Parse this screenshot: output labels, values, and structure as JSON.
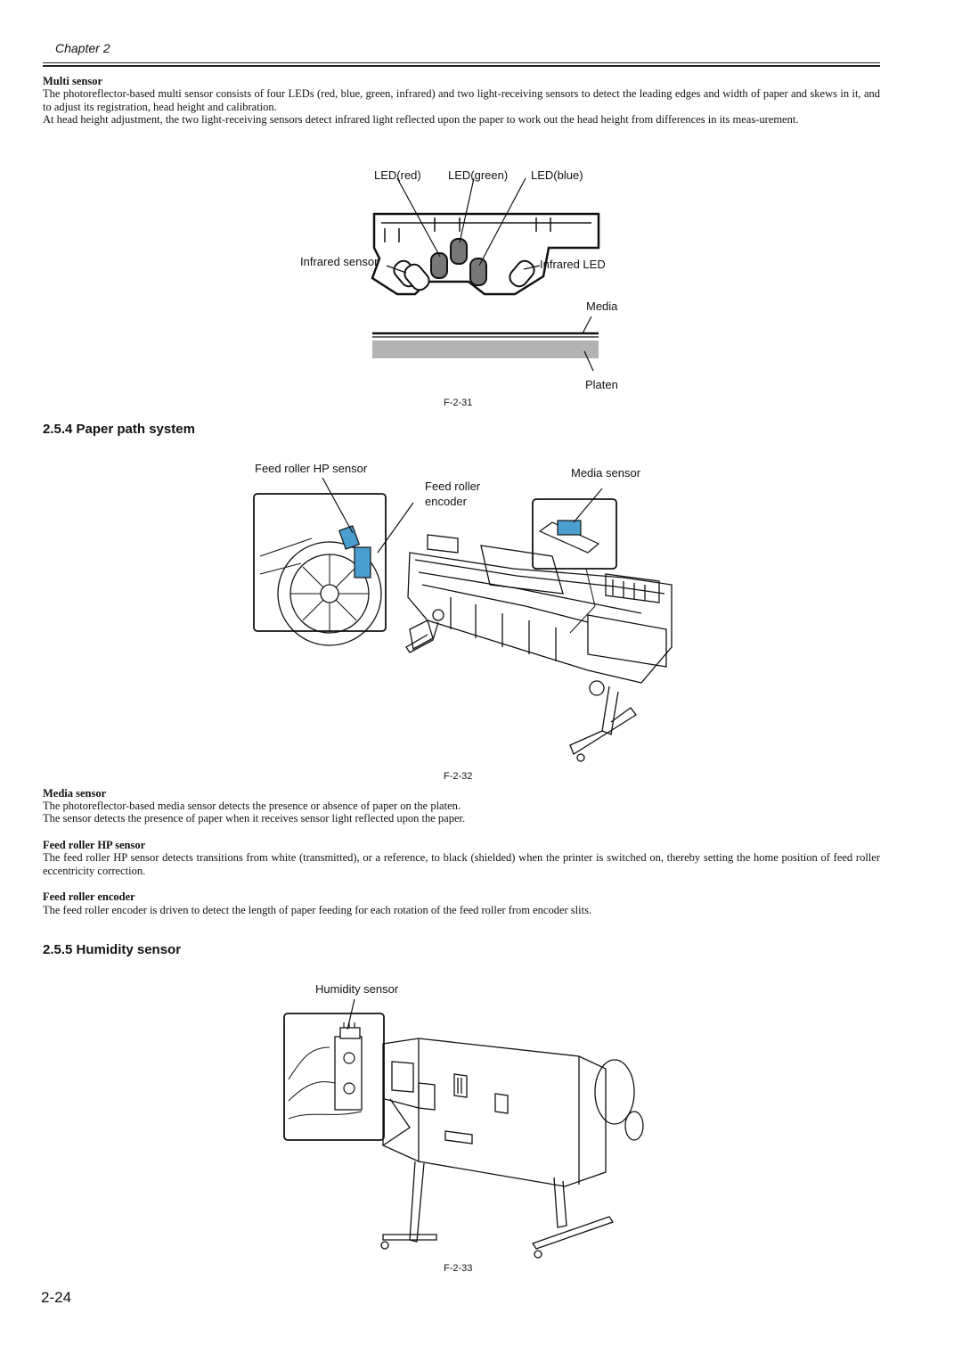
{
  "header": {
    "chapter": "Chapter 2"
  },
  "multi_sensor": {
    "heading": "Multi sensor",
    "para1": "The photoreflector-based multi sensor consists of four LEDs (red, blue, green, infrared) and two light-receiving sensors to detect the leading edges and width of paper and skews in it, and to adjust its registration, head height and calibration.",
    "para2": "At head height adjustment, the two light-receiving sensors detect infrared light reflected upon the paper to work out the head height from differences in its meas-urement."
  },
  "fig31": {
    "led_red": "LED(red)",
    "led_green": "LED(green)",
    "led_blue": "LED(blue)",
    "infrared_sensor": "Infrared sensor",
    "infrared_led": "Infrared LED",
    "media": "Media",
    "platen": "Platen",
    "caption": "F-2-31"
  },
  "section_254": {
    "title": "2.5.4 Paper path system"
  },
  "fig32": {
    "feed_roller_hp_sensor": "Feed roller HP sensor",
    "feed_roller_encoder_l1": "Feed roller",
    "feed_roller_encoder_l2": "encoder",
    "media_sensor": "Media sensor",
    "caption": "F-2-32"
  },
  "media_sensor": {
    "heading": "Media sensor",
    "para1": "The photoreflector-based media sensor detects the presence or absence of paper on the platen.",
    "para2": "The sensor detects the presence of paper when it receives sensor light reflected upon the paper."
  },
  "feed_roller_hp": {
    "heading": "Feed roller HP sensor",
    "para": "The feed roller HP sensor detects transitions from white (transmitted), or a reference, to black (shielded) when the printer is switched on, thereby setting the home position of feed roller eccentricity correction."
  },
  "feed_roller_encoder": {
    "heading": "Feed roller encoder",
    "para": "The feed roller encoder is driven to detect the length of paper feeding for each rotation of the feed roller from encoder slits."
  },
  "section_255": {
    "title": "2.5.5 Humidity sensor"
  },
  "fig33": {
    "humidity_sensor": "Humidity sensor",
    "caption": "F-2-33"
  },
  "footer": {
    "page_number": "2-24"
  },
  "colors": {
    "sensor_blue": "#4a9fd0",
    "platen_gray": "#b3b3b3"
  }
}
